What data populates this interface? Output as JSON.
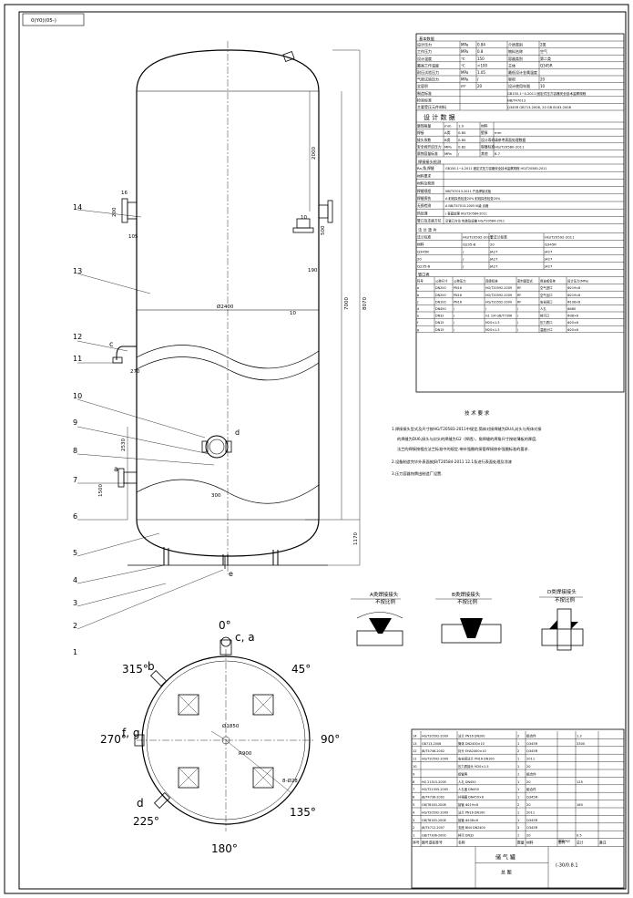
{
  "corner_label": "0(Y0)(05-)",
  "part_numbers": [
    "14",
    "13",
    "12",
    "11",
    "10",
    "9",
    "8",
    "7",
    "6",
    "5",
    "4",
    "3",
    "2",
    "1"
  ],
  "nozzle_letters": {
    "c_side": "c",
    "d_side": "d",
    "a_side": "a",
    "e_bottom": "e"
  },
  "dimensions": {
    "dia_main": "Ø2400",
    "h_total": "8070",
    "h_shell": "7000",
    "h_upper": "2000",
    "h_leg": "1170",
    "h_mid": "2530",
    "offset_270": "270",
    "s_10a": "10",
    "s_10b": "10",
    "s_500": "500",
    "s_190": "190",
    "s_200": "200",
    "s_105": "105",
    "s_16": "16",
    "s_300": "300",
    "s_1500": "1500",
    "plan_dia": "Ø1850",
    "plan_rad": "R900",
    "plan_dn": "8-Ø28"
  },
  "angles": {
    "a0": "0°",
    "a45": "45°",
    "a90": "90°",
    "a135": "135°",
    "a180": "180°",
    "a225": "225°",
    "a270": "270°",
    "a315": "315°",
    "top_letters": "c, a",
    "left_letters": "f, g",
    "nw_letter": "b",
    "sw_letter": "d"
  },
  "weld_details": [
    {
      "title": "A类焊接接头",
      "scale": "不按比例"
    },
    {
      "title": "B类焊接接头",
      "scale": "不按比例"
    },
    {
      "title": "D类焊接接头",
      "scale": "不按比例"
    }
  ],
  "tech_req": {
    "title": "技 术 要 求",
    "items": [
      "1.焊接接头型式及尺寸按HG/T20583-2011中规定,筒体对接焊缝为DU4,封头与壳体对接",
      "的焊缝为DU6,接头与封头的焊缝为G2（焊透），角焊缝的焊角尺寸按较薄板的厚度,",
      "法兰的焊接按相应法兰标准中的规定.带补强圈的接管焊接按补强圈标准的要求.",
      "2.设备制造完毕外表面按JB/T20584-2011 12.1条进行表面处理及涂漆",
      "3.压力容器铭牌由制造厂设置."
    ]
  },
  "basic_data": {
    "header": "基本数据",
    "rows": [
      [
        "设计压力",
        "MPa",
        "0.84",
        "介质类别",
        "2类"
      ],
      [
        "工作压力",
        "MPa",
        "0.8",
        "物料名称",
        "空气"
      ],
      [
        "设计温度",
        "℃",
        "150",
        "容器类别",
        "第二类"
      ],
      [
        "最高工作温度",
        "℃",
        "<100",
        "主体",
        "Q345R"
      ],
      [
        "耐压试验压力",
        "MPa",
        "1.05",
        "最低设计金属温度",
        ""
      ],
      [
        "气密试验压力",
        "MPa",
        "/",
        "容积",
        "20"
      ],
      [
        "全容积",
        "m³",
        "20",
        "设计使用年限",
        "10"
      ]
    ],
    "std_rows": [
      [
        "制造标准",
        "",
        "",
        "GB150.1~4-2011 固定式压力容器安全技术监察规程"
      ],
      [
        "检验标准",
        "",
        "",
        "NB/T47013"
      ],
      [
        "主要受压元件材料",
        "",
        "",
        "Q345R GB713-2008, 20 GB 8163-2008"
      ]
    ]
  },
  "design_data": {
    "title": "设 计 数 据",
    "rows": [
      [
        "腐蚀裕量",
        "mm",
        "1.0",
        "材料",
        ""
      ],
      [
        "焊接",
        "A类",
        "0.85",
        "壁厚",
        "mm"
      ],
      [
        "接头系数",
        "B类",
        "0.85",
        "设计寿命",
        "请参考表面处理数据"
      ],
      [
        "安全阀开启压力",
        "MPa",
        "0.82",
        "容器标准",
        "HG/T20580-2011"
      ],
      [
        "腐蚀容量标准",
        "MPa",
        "/",
        "其他",
        "8.7"
      ]
    ]
  },
  "welding": {
    "title": "焊接接头检测",
    "rows": [
      [
        "Ra,角,焊缝",
        "GB150.1~4-2011 固定式压力容器安全技术监察规程 HG/T20580-2011"
      ],
      [
        "材料要求",
        ""
      ],
      [
        "材料及检测",
        ""
      ],
      [
        "焊缝规程",
        "NB/T47013-2011  产品焊接试板"
      ],
      [
        "焊缝探伤",
        "A  射线探伤检查20%  射线探伤检查20%"
      ],
      [
        "无损检测",
        "A  NB/T47013-2005 III级 合格"
      ],
      [
        "热处理",
        "/  表面处理  HG/T20584-2011"
      ],
      [
        "管口及支座方位",
        "见管口方位  包装及运输  HG/T20584-2011"
      ]
    ]
  },
  "material_spec": {
    "title": "法 兰 垫 片",
    "rows": [
      [
        "法兰标准",
        "HG/T20592-2011",
        "管法兰标准",
        "HG/T20592-2011"
      ],
      [
        "材料",
        "Q235-B",
        "20",
        "Q345R"
      ],
      [
        "Q345R",
        "/",
        "JA27",
        "J427"
      ],
      [
        "20",
        "/",
        "JA27",
        "J427"
      ],
      [
        "Q235-B",
        "/",
        "JA27",
        "J427"
      ]
    ]
  },
  "nozzle_table": {
    "title": "管口表",
    "headers": [
      "符号",
      "公称尺寸",
      "公称压力",
      "连接标准",
      "密封面型式",
      "用途或名称",
      "设计压力(MPa)"
    ],
    "rows": [
      [
        "a",
        "DN200",
        "PN16",
        "HG/T20592-2009",
        "RF",
        "空气进口",
        "Φ219×8"
      ],
      [
        "b",
        "DN200",
        "PN16",
        "HG/T20592-2009",
        "RF",
        "空气出口",
        "Φ219×8"
      ],
      [
        "c",
        "DN100",
        "PN16",
        "HG/T20592-2009",
        "RF",
        "安全阀口",
        "Φ108×6"
      ],
      [
        "d",
        "DN450",
        "/",
        "/",
        "/",
        "人孔",
        "Φ480"
      ],
      [
        "e",
        "DN32",
        "/",
        "G1 1/4 GB/T7306",
        "/",
        "排污口",
        "Φ38×6"
      ],
      [
        "f",
        "DN15",
        "/",
        "M20×1.5",
        "/",
        "压力表口",
        "Φ20×6"
      ],
      [
        "g",
        "DN15",
        "/",
        "M20×1.5",
        "/",
        "温度计口",
        "Φ20×6"
      ]
    ]
  },
  "bom": {
    "rows": [
      [
        "14",
        "HG/T20592-2009",
        "法兰 PN16 DN200",
        "2",
        "组合件",
        "",
        "1.3"
      ],
      [
        "13",
        "GB713-2008",
        "筒体 DN2400×10",
        "1",
        "Q345R",
        "",
        "3300"
      ],
      [
        "12",
        "JB/T4746-2002",
        "封头 EHA2400×10",
        "2",
        "Q345R",
        "",
        ""
      ],
      [
        "11",
        "HG/T20592-2009",
        "安全阀法兰 PN16 DN100",
        "1",
        "2011",
        "",
        ""
      ],
      [
        "10",
        "",
        "压力表接头 M20×1.5",
        "1",
        "20",
        "",
        ""
      ],
      [
        "9",
        "",
        "接管等",
        "1",
        "组合件",
        "",
        ""
      ],
      [
        "8",
        "HG 21515-2005",
        "人孔 DN450",
        "1",
        "20",
        "",
        "125"
      ],
      [
        "7",
        "HG/T21505-2005",
        "人孔盖 DN450",
        "1",
        "组合件",
        "",
        ""
      ],
      [
        "6",
        "JB/T4736-2002",
        "补强圈 DN450×8",
        "1",
        "Q345R",
        "",
        ""
      ],
      [
        "5",
        "GB/T8163-2008",
        "接管 Φ219×8",
        "2",
        "20",
        "",
        "180"
      ],
      [
        "4",
        "HG/T20592-2009",
        "法兰 PN16 DN100",
        "1",
        "2011",
        "",
        ""
      ],
      [
        "3",
        "GB/T8163-2008",
        "接管 Φ108×6",
        "1",
        "Q345R",
        "",
        ""
      ],
      [
        "2",
        "JB/T4712-2007",
        "支座 BN4 DN2400",
        "3",
        "Q345R",
        "",
        ""
      ],
      [
        "1",
        "GB/T7306-2000",
        "排污 DN32",
        "1",
        "20",
        "",
        "0.5"
      ]
    ],
    "footer": [
      "序号",
      "图号或标准号",
      "名称",
      "数量",
      "材料",
      "单件",
      "总计",
      "备注"
    ],
    "footer2": [
      "",
      "",
      "",
      "",
      "",
      "质量(kg)",
      "",
      ""
    ]
  },
  "title_block": {
    "name": "储 气 罐",
    "sub": "总 图",
    "code": "(-30/0.8.1"
  }
}
